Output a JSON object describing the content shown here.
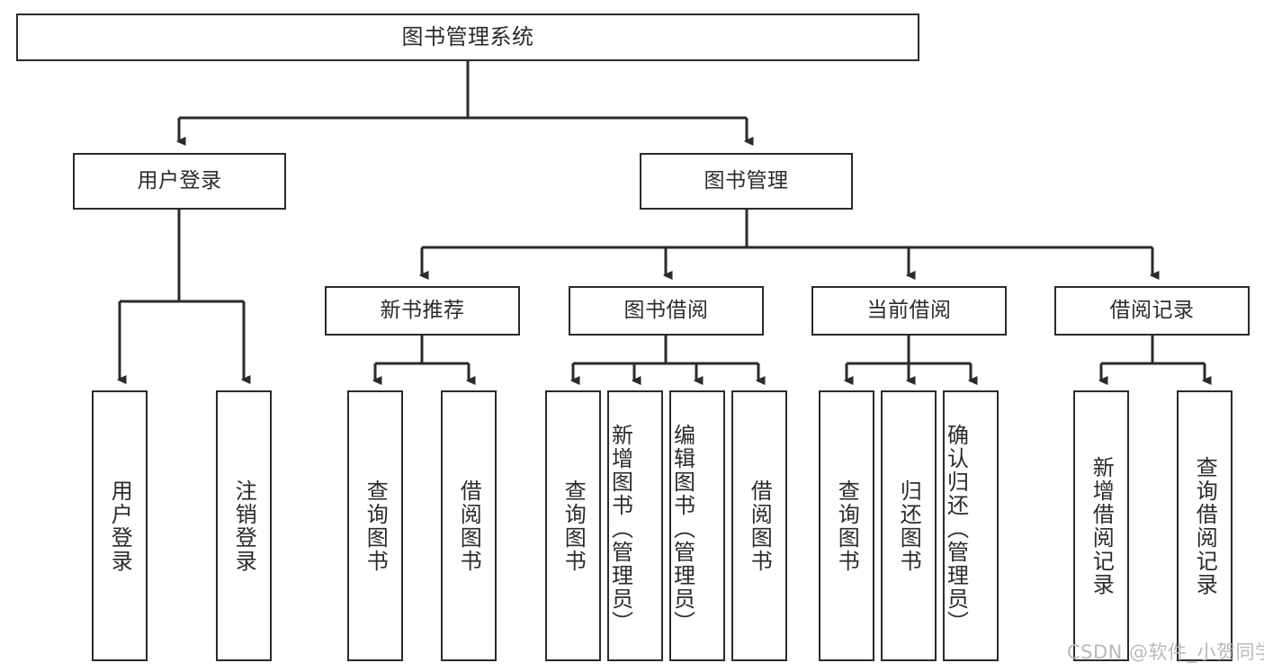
{
  "diagram": {
    "title": "图书管理系统",
    "type": "hierarchy-tree",
    "root": {
      "id": "root",
      "label": "图书管理系统",
      "orientation": "horizontal"
    },
    "level2": [
      {
        "id": "user-login",
        "label": "用户登录",
        "orientation": "horizontal"
      },
      {
        "id": "book-management",
        "label": "图书管理",
        "orientation": "horizontal"
      }
    ],
    "level3": [
      {
        "id": "new-book-recommend",
        "label": "新书推荐",
        "orientation": "horizontal",
        "parent": "book-management"
      },
      {
        "id": "book-borrow",
        "label": "图书借阅",
        "orientation": "horizontal",
        "parent": "book-management"
      },
      {
        "id": "current-borrow",
        "label": "当前借阅",
        "orientation": "horizontal",
        "parent": "book-management"
      },
      {
        "id": "borrow-record",
        "label": "借阅记录",
        "orientation": "horizontal",
        "parent": "book-management"
      }
    ],
    "leaves": [
      {
        "id": "leaf-user-login",
        "label": "用户登录",
        "parent": "user-login",
        "orientation": "vertical"
      },
      {
        "id": "leaf-user-logout",
        "label": "注销登录",
        "parent": "user-login",
        "orientation": "vertical"
      },
      {
        "id": "leaf-query-book-1",
        "label": "查询图书",
        "parent": "new-book-recommend",
        "orientation": "vertical"
      },
      {
        "id": "leaf-borrow-book-1",
        "label": "借阅图书",
        "parent": "new-book-recommend",
        "orientation": "vertical"
      },
      {
        "id": "leaf-query-book-2",
        "label": "查询图书",
        "parent": "book-borrow",
        "orientation": "vertical"
      },
      {
        "id": "leaf-add-book",
        "label": "新增图书（管理员）",
        "parent": "book-borrow",
        "orientation": "vertical"
      },
      {
        "id": "leaf-edit-book",
        "label": "编辑图书（管理员）",
        "parent": "book-borrow",
        "orientation": "vertical"
      },
      {
        "id": "leaf-borrow-book-2",
        "label": "借阅图书",
        "parent": "book-borrow",
        "orientation": "vertical"
      },
      {
        "id": "leaf-query-book-3",
        "label": "查询图书",
        "parent": "current-borrow",
        "orientation": "vertical"
      },
      {
        "id": "leaf-return-book",
        "label": "归还图书",
        "parent": "current-borrow",
        "orientation": "vertical"
      },
      {
        "id": "leaf-confirm-return",
        "label": "确认归还（管理员）",
        "parent": "current-borrow",
        "orientation": "vertical"
      },
      {
        "id": "leaf-add-record",
        "label": "新增借阅记录",
        "parent": "borrow-record",
        "orientation": "vertical"
      },
      {
        "id": "leaf-query-record",
        "label": "查询借阅记录",
        "parent": "borrow-record",
        "orientation": "vertical"
      }
    ]
  },
  "watermark": {
    "text": "CSDN @软件_小贺同学"
  },
  "colors": {
    "stroke": "#2b2b2b",
    "fill": "#ffffff",
    "text": "#2b2b2b",
    "watermark": "#b9b9b9"
  }
}
